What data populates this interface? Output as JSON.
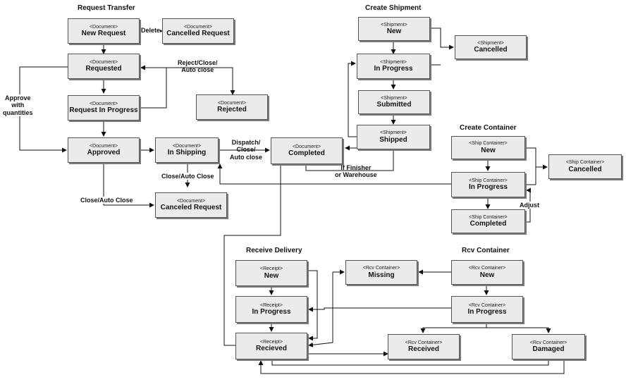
{
  "titles": {
    "request_transfer": "Request Transfer",
    "create_shipment": "Create Shipment",
    "create_container": "Create Container",
    "receive_delivery": "Receive Delivery",
    "rcv_container": "Rcv Container"
  },
  "boxes": {
    "new_request": {
      "stereotype": "<Document>",
      "name": "New Request"
    },
    "cancelled_request": {
      "stereotype": "<Document>",
      "name": "Cancelled Request"
    },
    "requested": {
      "stereotype": "<Document>",
      "name": "Requested"
    },
    "request_in_progress": {
      "stereotype": "<Document>",
      "name": "Request In Progress"
    },
    "rejected": {
      "stereotype": "<Document>",
      "name": "Rejected"
    },
    "approved": {
      "stereotype": "<Document>",
      "name": "Approved"
    },
    "in_shipping": {
      "stereotype": "<Document>",
      "name": "In Shipping"
    },
    "completed_doc": {
      "stereotype": "<Document>",
      "name": "Completed"
    },
    "canceled_request": {
      "stereotype": "<Document>",
      "name": "Canceled Request"
    },
    "shipment_new": {
      "stereotype": "<Shipment>",
      "name": "New"
    },
    "shipment_cancelled": {
      "stereotype": "<Shipment>",
      "name": "Cancelled"
    },
    "shipment_in_progress": {
      "stereotype": "<Shipment>",
      "name": "In Progress"
    },
    "shipment_submitted": {
      "stereotype": "<Shipment>",
      "name": "Submitted"
    },
    "shipment_shipped": {
      "stereotype": "<Shipment>",
      "name": "Shipped"
    },
    "container_new": {
      "stereotype": "<Ship Container>",
      "name": "New"
    },
    "container_cancelled": {
      "stereotype": "<Ship Container>",
      "name": "Cancelled"
    },
    "container_in_progress": {
      "stereotype": "<Ship Container>",
      "name": "In Progress"
    },
    "container_completed": {
      "stereotype": "<Ship Container>",
      "name": "Completed"
    },
    "receipt_new": {
      "stereotype": "<Receipt>",
      "name": "New"
    },
    "receipt_in_progress": {
      "stereotype": "<Receipt>",
      "name": "In Progress"
    },
    "receipt_received": {
      "stereotype": "<Receipt>",
      "name": "Recieved"
    },
    "rcv_missing": {
      "stereotype": "<Rcv Container>",
      "name": "Missing"
    },
    "rcv_new": {
      "stereotype": "<Rcv Container>",
      "name": "New"
    },
    "rcv_in_progress": {
      "stereotype": "<Rcv Container>",
      "name": "In Progress"
    },
    "rcv_received": {
      "stereotype": "<Rcv Container>",
      "name": "Received"
    },
    "rcv_damaged": {
      "stereotype": "<Rcv Container>",
      "name": "Damaged"
    }
  },
  "labels": {
    "delete": "Delete",
    "reject_close": "Reject/Close/\nAuto close",
    "approve_with_quantities": "Approve\nwith\nquantities",
    "dispatch_close": "Dispatch/\nClose/\nAuto close",
    "close_auto_close_shipping": "Close/Auto Close",
    "close_auto_close_approved": "Close/Auto Close",
    "if_finisher": "If Finisher\nor Warehouse",
    "adjust": "Adjust"
  }
}
